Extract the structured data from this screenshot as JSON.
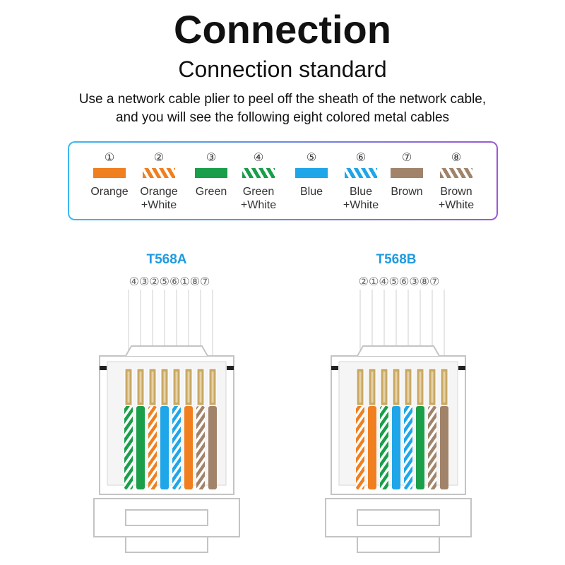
{
  "header": {
    "title": "Connection",
    "subtitle": "Connection standard",
    "description_line1": "Use a network cable plier to peel off the sheath of the network cable,",
    "description_line2": "and you will see the following eight colored metal cables"
  },
  "colors": {
    "orange": "#f07f1f",
    "green": "#1a9e4a",
    "blue": "#1ea6e8",
    "brown": "#a1836a",
    "gold": "#c9a865",
    "accent_blue": "#1f9be0"
  },
  "legend": [
    {
      "num": "①",
      "label": "Orange",
      "color": "orange",
      "striped": false
    },
    {
      "num": "②",
      "label": "Orange\n+White",
      "color": "orange",
      "striped": true
    },
    {
      "num": "③",
      "label": "Green",
      "color": "green",
      "striped": false
    },
    {
      "num": "④",
      "label": "Green\n+White",
      "color": "green",
      "striped": true
    },
    {
      "num": "⑤",
      "label": "Blue",
      "color": "blue",
      "striped": false
    },
    {
      "num": "⑥",
      "label": "Blue\n+White",
      "color": "blue",
      "striped": true
    },
    {
      "num": "⑦",
      "label": "Brown",
      "color": "brown",
      "striped": false
    },
    {
      "num": "⑧",
      "label": "Brown\n+White",
      "color": "brown",
      "striped": true
    }
  ],
  "connectors": [
    {
      "name": "T568A",
      "pin_order": "④③②⑤⑥①⑧⑦",
      "wires": [
        4,
        3,
        2,
        5,
        6,
        1,
        8,
        7
      ]
    },
    {
      "name": "T568B",
      "pin_order": "②①④⑤⑥③⑧⑦",
      "wires": [
        2,
        1,
        4,
        5,
        6,
        3,
        8,
        7
      ]
    }
  ]
}
